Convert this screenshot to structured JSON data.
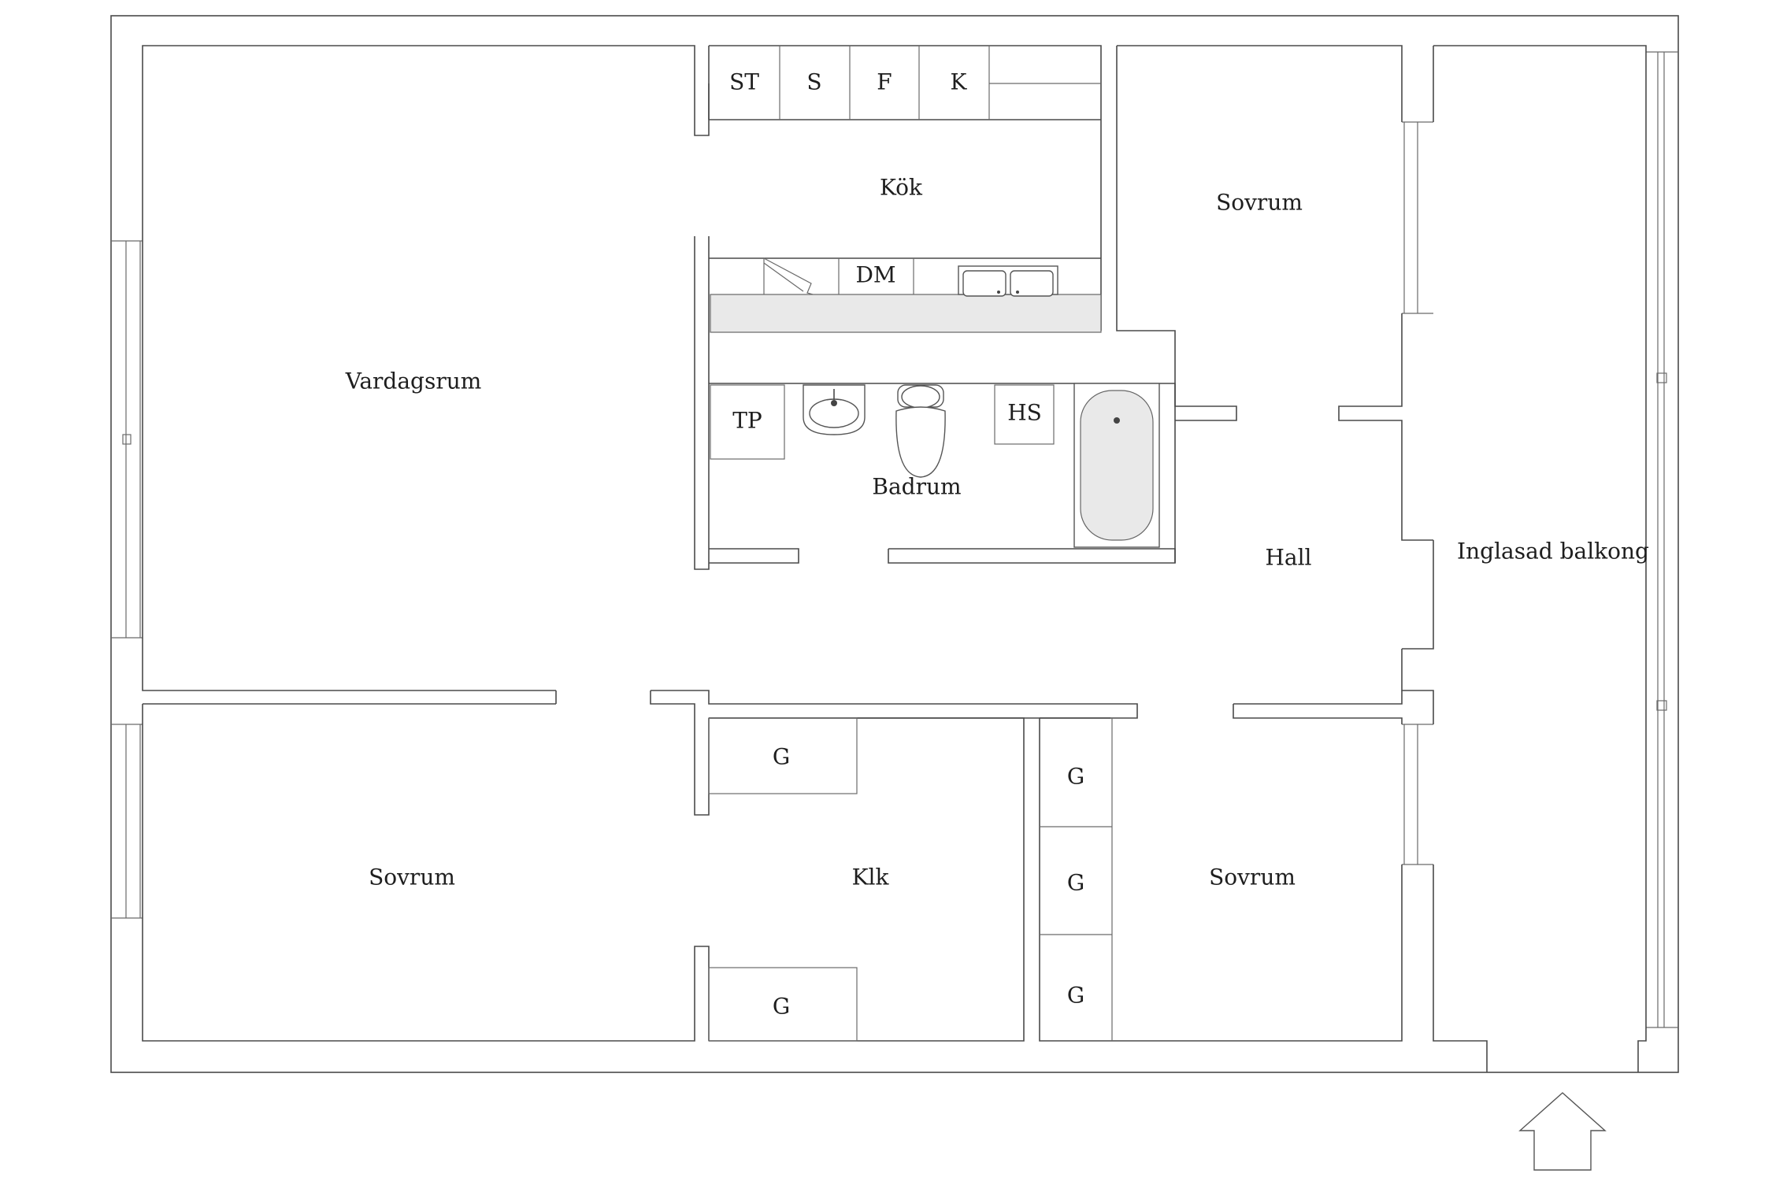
{
  "rooms": {
    "vardagsrum": "Vardagsrum",
    "kok": "Kök",
    "sovrum_top": "Sovrum",
    "badrum": "Badrum",
    "hall": "Hall",
    "balkong": "Inglasad balkong",
    "sovrum_bottom_left": "Sovrum",
    "klk": "Klk",
    "sovrum_bottom_right": "Sovrum"
  },
  "appliances": {
    "st": "ST",
    "s": "S",
    "f": "F",
    "k": "K",
    "dm": "DM",
    "tp": "TP",
    "hs": "HS"
  },
  "closets": {
    "g1": "G",
    "g2": "G",
    "g3": "G",
    "g4": "G",
    "g5": "G"
  },
  "icons": {
    "entrance": "entrance-arrow-icon",
    "sink": "sink-icon",
    "washbasin": "washbasin-icon",
    "toilet": "toilet-icon",
    "bathtub": "bathtub-icon",
    "stove": "stove-icon"
  }
}
